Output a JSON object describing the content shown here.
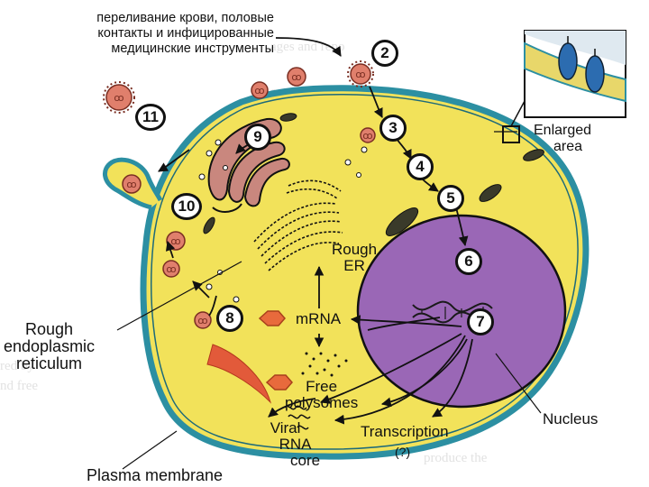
{
  "caption_lines": [
    "переливание крови, половые",
    "контакты и инфицированные",
    "медицинские инструменты"
  ],
  "steps": [
    "2",
    "3",
    "4",
    "5",
    "6",
    "7",
    "8",
    "9",
    "10",
    "11"
  ],
  "labels": {
    "enlarged_area": [
      "Enlarged",
      "area"
    ],
    "rough_er": [
      "Rough",
      "ER"
    ],
    "mrna": "mRNA",
    "free_polysomes": [
      "Free",
      "polysomes"
    ],
    "nucleus": "Nucleus",
    "transcription": "Transcription",
    "transcription_note": "(?)",
    "viral_rna_core": [
      "Viral",
      "RNA",
      "core"
    ],
    "rough_endoplasmic_reticulum": [
      "Rough",
      "endoplasmic",
      "reticulum"
    ],
    "plasma_membrane": "Plasma membrane"
  },
  "colors": {
    "cytoplasm": "#f2e25a",
    "membrane": "#2c8fa2",
    "nucleus": "#9a67b6",
    "golgi": "#c9877e",
    "virus": "#e07f6c",
    "hexagon": "#e86a3c"
  }
}
